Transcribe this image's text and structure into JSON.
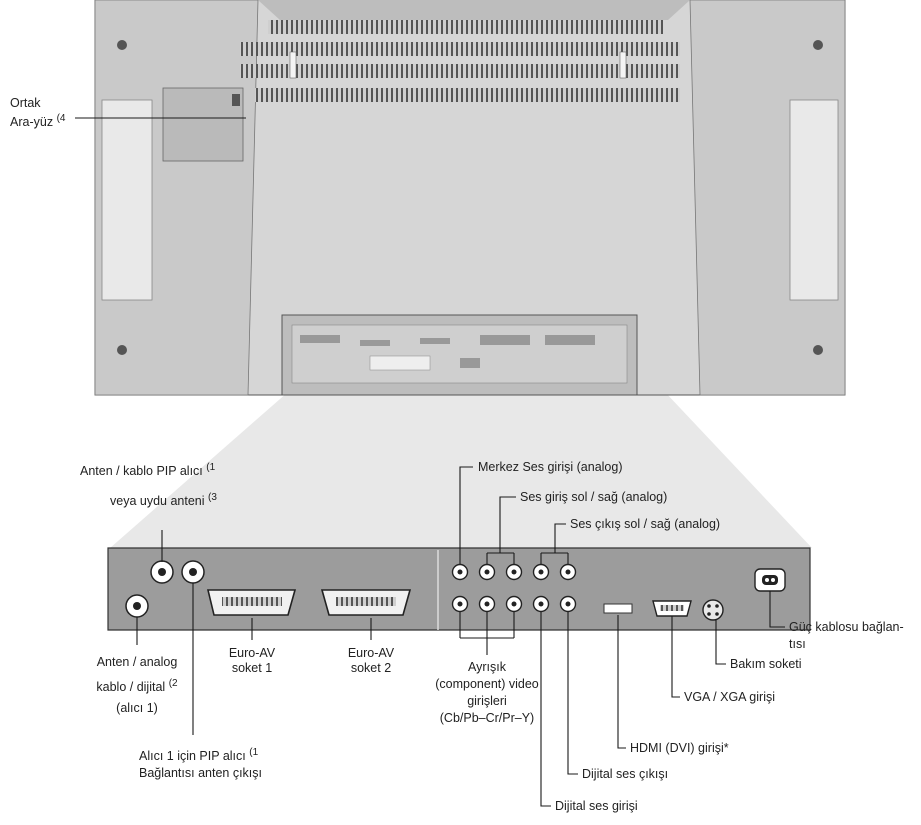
{
  "common_interface": {
    "line1": "Ortak",
    "line2": "Ara-yüz",
    "note": "(4"
  },
  "top_left": {
    "line1": "Anten / kablo PIP alıcı",
    "line1_note": "(1",
    "line2": "veya uydu anteni",
    "line2_note": "(3"
  },
  "antenna_analog": {
    "line1": "Anten / analog",
    "line2": "kablo / dijital",
    "line2_note": "(2",
    "line3": "(alıcı 1)"
  },
  "euro_av1": {
    "line1": "Euro-AV",
    "line2": "soket 1"
  },
  "euro_av2": {
    "line1": "Euro-AV",
    "line2": "soket 2"
  },
  "pip_out": {
    "line1": "Alıcı 1 için PIP alıcı",
    "line1_note": "(1",
    "line2": "Bağlantısı anten çıkışı"
  },
  "center_audio": "Merkez Ses girişi (analog)",
  "audio_in": "Ses giriş sol / sağ (analog)",
  "audio_out": "Ses çıkış sol / sağ (analog)",
  "component": {
    "line1": "Ayrışık",
    "line2": "(component) video",
    "line3": "girişleri",
    "line4": "(Cb/Pb–Cr/Pr–Y)"
  },
  "digital_out": "Dijital ses çıkışı",
  "digital_in": "Dijital ses girişi",
  "hdmi": "HDMI (DVI) girişi*",
  "vga": "VGA / XGA girişi",
  "service": "Bakım soketi",
  "power": {
    "line1": "Güç kablosu bağlan-",
    "line2": "tısı"
  },
  "colors": {
    "panel": "#9c9c9c",
    "housing": "#d4d4d4",
    "line": "#1a1a1a"
  }
}
